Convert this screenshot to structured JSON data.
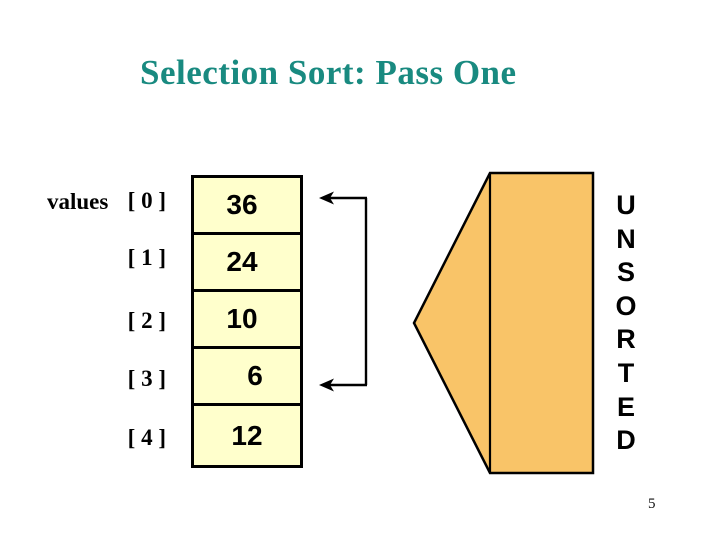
{
  "slide": {
    "title": "Selection Sort: Pass One",
    "page_number": "5"
  },
  "values_label": "values",
  "array": {
    "items": [
      {
        "index": "[ 0 ]",
        "value": "36"
      },
      {
        "index": "[ 1 ]",
        "value": "24"
      },
      {
        "index": "[ 2 ]",
        "value": "10"
      },
      {
        "index": "[ 3 ]",
        "value": "6"
      },
      {
        "index": "[ 4 ]",
        "value": "12"
      }
    ]
  },
  "comparison": {
    "from_index": 0,
    "to_index": 3
  },
  "unsorted": {
    "word": "UNSORTED",
    "letters": [
      "U",
      "N",
      "S",
      "O",
      "R",
      "T",
      "E",
      "D"
    ]
  },
  "colors": {
    "title_text": "#198A80",
    "cell_fill": "#FFFFCC",
    "shape_fill": "#F9C468",
    "line": "#000000",
    "unsorted_text": "#000000",
    "number_text": "#000000"
  }
}
